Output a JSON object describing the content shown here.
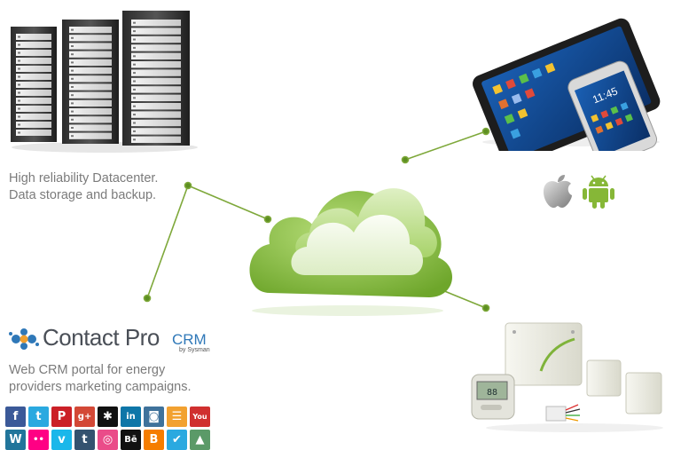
{
  "datacenter": {
    "line1": "High reliability Datacenter.",
    "line2": "Data storage and backup."
  },
  "contactpro": {
    "brand": "Contact Pro",
    "crm": "CRM",
    "by": "by Sysman",
    "desc_line1": "Web CRM portal for energy",
    "desc_line2": "providers marketing campaigns."
  },
  "platforms": [
    "apple-icon",
    "android-icon"
  ],
  "colors": {
    "connector_line": "#7ea83a",
    "cloud_dark": "#7fb33a",
    "cloud_light": "#e8f4d6",
    "text": "#7b7b7b"
  },
  "social": [
    {
      "name": "facebook-icon",
      "glyph": "f",
      "color": "#3b5998"
    },
    {
      "name": "twitter-icon",
      "glyph": "t",
      "color": "#2aa9e0"
    },
    {
      "name": "pinterest-icon",
      "glyph": "P",
      "color": "#cb2027"
    },
    {
      "name": "google-plus-icon",
      "glyph": "g+",
      "color": "#d34836"
    },
    {
      "name": "myspace-icon",
      "glyph": "✱",
      "color": "#111111"
    },
    {
      "name": "linkedin-icon",
      "glyph": "in",
      "color": "#0e76a8"
    },
    {
      "name": "instagram-icon",
      "glyph": "◙",
      "color": "#3f729b"
    },
    {
      "name": "rss-icon",
      "glyph": "☰",
      "color": "#f2a130"
    },
    {
      "name": "youtube-icon",
      "glyph": "You",
      "color": "#d0302f"
    },
    {
      "name": "wordpress-icon",
      "glyph": "W",
      "color": "#21759b"
    },
    {
      "name": "flickr-icon",
      "glyph": "••",
      "color": "#ff0084"
    },
    {
      "name": "vimeo-icon",
      "glyph": "v",
      "color": "#1ab7ea"
    },
    {
      "name": "tumblr-icon",
      "glyph": "t",
      "color": "#34526f"
    },
    {
      "name": "dribbble-icon",
      "glyph": "◎",
      "color": "#ea4c89"
    },
    {
      "name": "behance-icon",
      "glyph": "Bē",
      "color": "#111111"
    },
    {
      "name": "blogger-icon",
      "glyph": "B",
      "color": "#f57d00"
    },
    {
      "name": "delicious-icon",
      "glyph": "✔",
      "color": "#2aa9e0"
    },
    {
      "name": "forrst-icon",
      "glyph": "▲",
      "color": "#5b9a68"
    }
  ]
}
